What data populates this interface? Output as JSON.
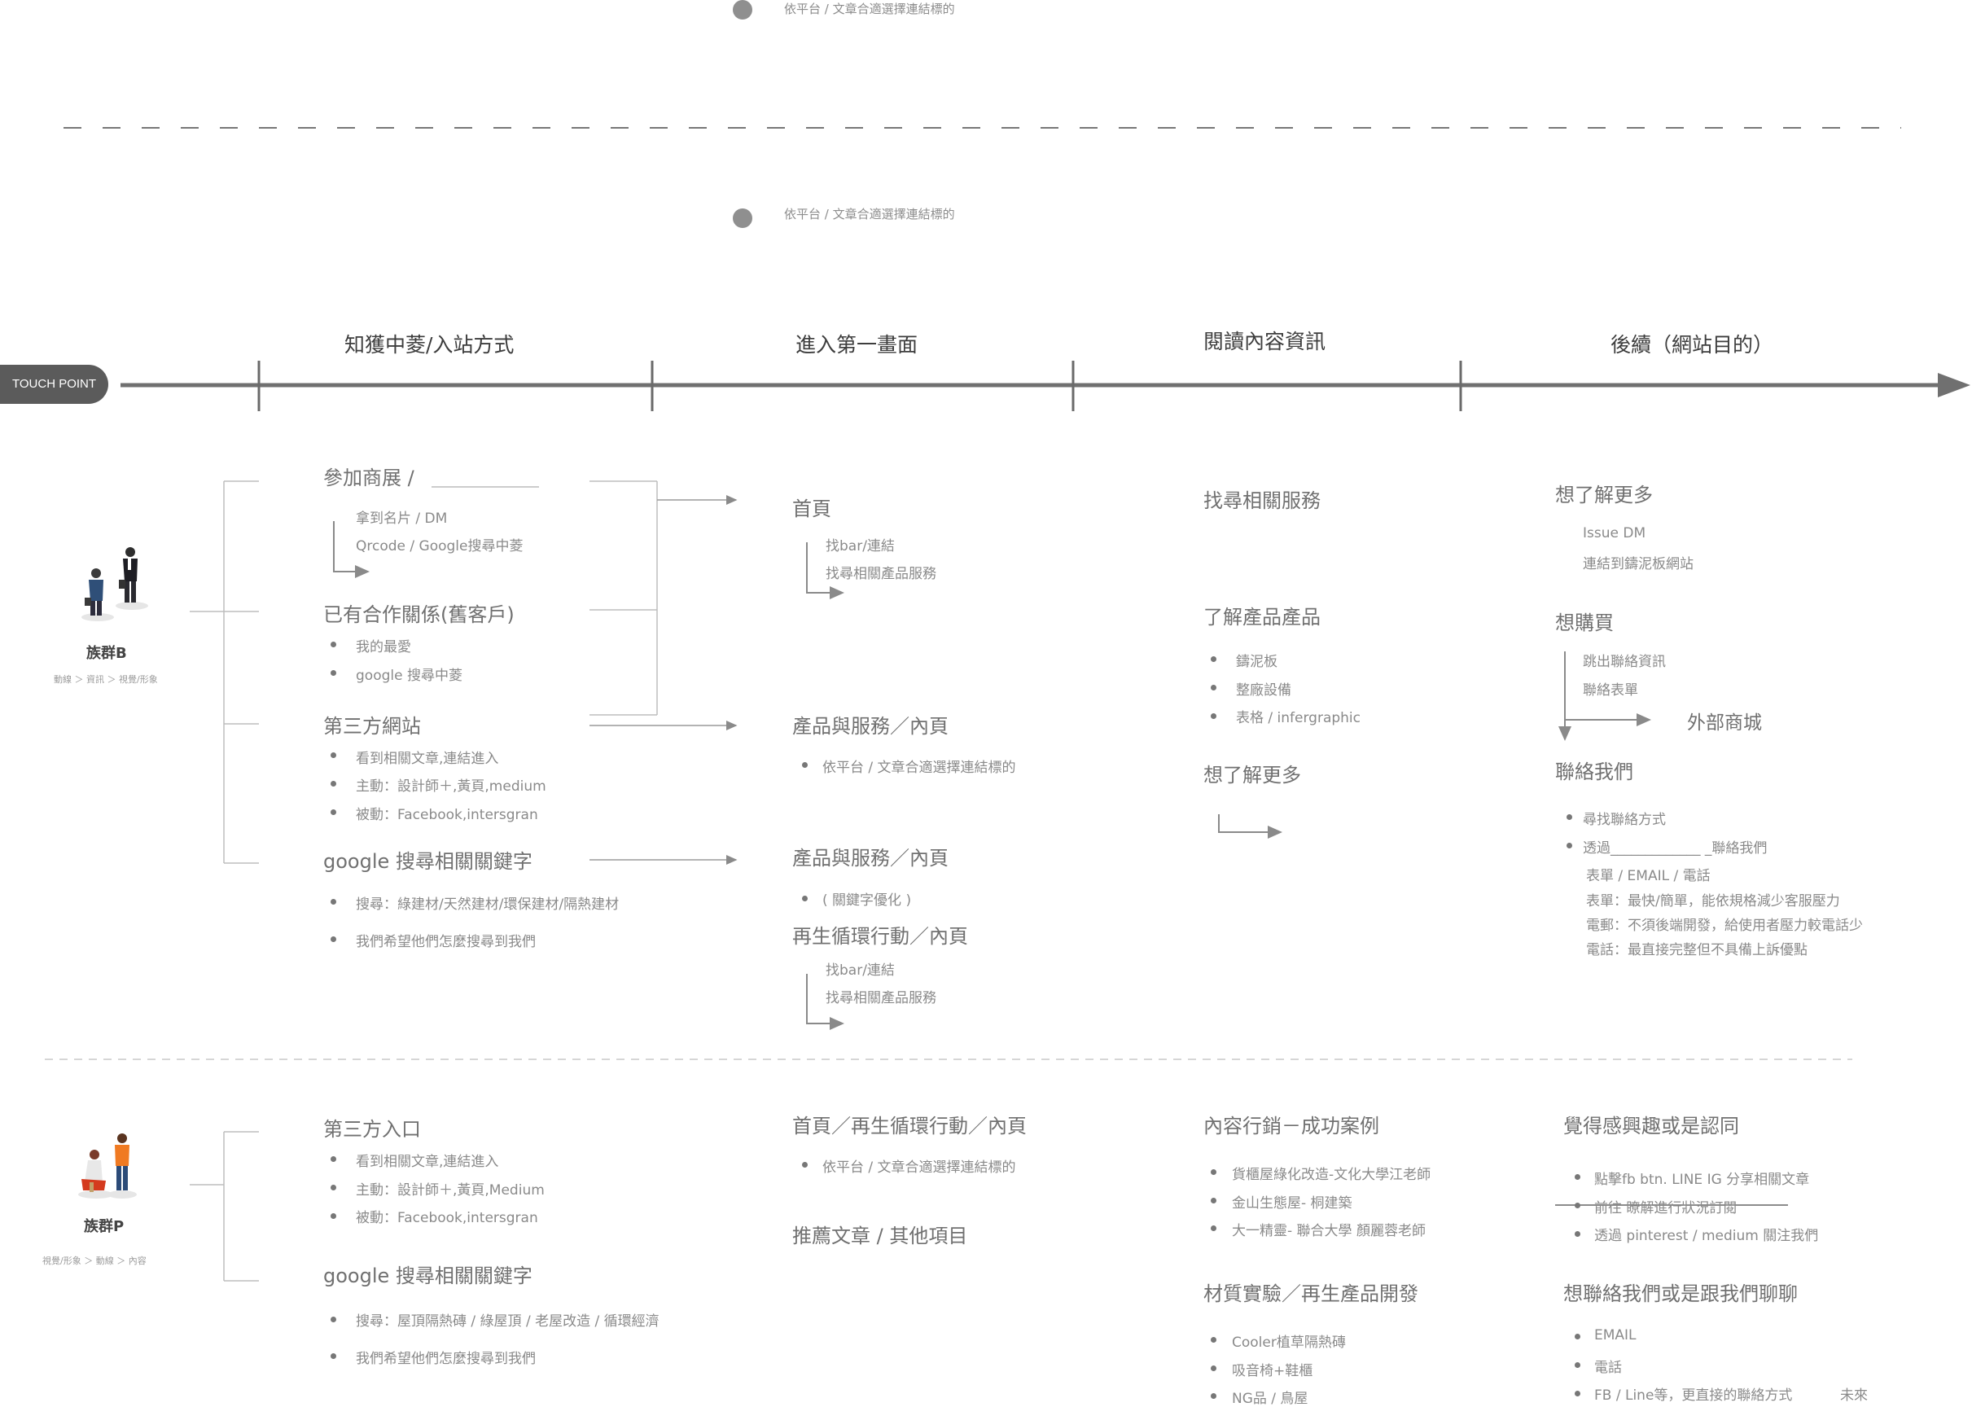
{
  "top_notes": [
    "依平台 / 文章合適選擇連結標的",
    "依平台 / 文章合適選擇連結標的"
  ],
  "timeline": {
    "touch_label": "TOUCH POINT",
    "stages": [
      "知獲中菱/入站方式",
      "進入第一畫面",
      "閱讀內容資訊",
      "後續（網站目的）"
    ]
  },
  "persona_b": {
    "name": "族群B",
    "path": "動線 ＞ 資訊 ＞ 視覺/形象",
    "col1": {
      "g1": {
        "title": "參加商展 /",
        "items": [
          "拿到名片 / DM",
          "Qrcode / Google搜尋中菱"
        ]
      },
      "g2": {
        "title": "已有合作關係(舊客戶)",
        "items": [
          "我的最愛",
          "google 搜尋中菱"
        ]
      },
      "g3": {
        "title": "第三方網站",
        "items": [
          "看到相關文章,連結進入",
          "主動：設計師＋,黃頁,medium",
          "被動：Facebook,intersgran"
        ]
      },
      "g4": {
        "title": "google 搜尋相關關鍵字",
        "items": [
          "搜尋：綠建材/天然建材/環保建材/隔熱建材",
          "我們希望他們怎麼搜尋到我們"
        ]
      }
    },
    "col2": {
      "g1": {
        "title": "首頁",
        "items": [
          "找bar/連結",
          "找尋相關產品服務"
        ]
      },
      "g2": {
        "title": "產品與服務／內頁",
        "items": [
          "依平台 / 文章合適選擇連結標的"
        ]
      },
      "g3": {
        "title": "產品與服務／內頁",
        "items": [
          "( 關鍵字優化 )"
        ]
      },
      "g4": {
        "title": "再生循環行動／內頁",
        "items": [
          "找bar/連結",
          "找尋相關產品服務"
        ]
      }
    },
    "col3": {
      "g1": {
        "title": "找尋相關服務"
      },
      "g2": {
        "title": "了解產品產品",
        "items": [
          "鑄泥板",
          "整廠設備",
          "表格 / infergraphic"
        ]
      },
      "g3": {
        "title": "想了解更多"
      }
    },
    "col4": {
      "g1": {
        "title": "想了解更多",
        "items": [
          "Issue DM",
          "連結到鑄泥板網站"
        ]
      },
      "g2": {
        "title": "想購買",
        "items": [
          "跳出聯絡資訊",
          "聯絡表單"
        ],
        "external": "外部商城"
      },
      "g3": {
        "title": "聯絡我們",
        "items": [
          "尋找聯絡方式",
          "透過_____________ _聯絡我們"
        ],
        "sub": [
          "表單 / EMAIL / 電話",
          "表單：最快/簡單，能依規格減少客服壓力",
          "電郵：不須後端開發，給使用者壓力較電話少",
          "電話：最直接完整但不具備上訴優點"
        ]
      }
    }
  },
  "persona_p": {
    "name": "族群P",
    "path": "視覺/形象 ＞ 動線 ＞ 內容",
    "col1": {
      "g1": {
        "title": "第三方入口",
        "items": [
          "看到相關文章,連結進入",
          "主動：設計師＋,黃頁,Medium",
          "被動：Facebook,intersgran"
        ]
      },
      "g2": {
        "title": "google 搜尋相關關鍵字",
        "items": [
          "搜尋：屋頂隔熱磚 / 綠屋頂 / 老屋改造 / 循環經濟",
          "我們希望他們怎麼搜尋到我們"
        ]
      }
    },
    "col2": {
      "g1": {
        "title": "首頁／再生循環行動／內頁",
        "items": [
          "依平台 / 文章合適選擇連結標的"
        ]
      },
      "g2": {
        "title": "推薦文章 / 其他項目"
      }
    },
    "col3": {
      "g1": {
        "title": "內容行銷－成功案例",
        "items": [
          "貨櫃屋綠化改造-文化大學江老師",
          "金山生態屋- 桐建築",
          "大一精靈- 聯合大學 顏麗蓉老師"
        ]
      },
      "g2": {
        "title": "材質實驗／再生產品開發",
        "items": [
          "Cooler植草隔熱磚",
          "吸音椅+鞋櫃",
          "NG品 / 鳥屋"
        ]
      }
    },
    "col4": {
      "g1": {
        "title": "覺得感興趣或是認同",
        "items": [
          "點擊fb btn. LINE IG 分享相關文章",
          "前往 瞭解進行狀況訂閱",
          "透過 pinterest / medium 關注我們"
        ]
      },
      "g2": {
        "title": "想聯絡我們或是跟我們聊聊",
        "items": [
          "EMAIL",
          "電話",
          "FB / Line等，更直接的聯絡方式"
        ],
        "future": "未來"
      }
    }
  }
}
